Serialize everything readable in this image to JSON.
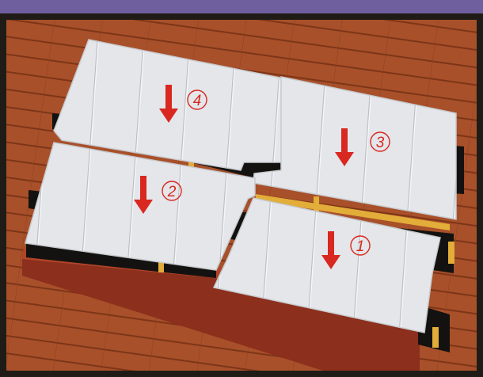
{
  "panels": [
    {
      "id": 1,
      "label": "1",
      "direction": "down"
    },
    {
      "id": 2,
      "label": "2",
      "direction": "down"
    },
    {
      "id": 3,
      "label": "3",
      "direction": "down"
    },
    {
      "id": 4,
      "label": "4",
      "direction": "down"
    }
  ],
  "colors": {
    "header": "#6f5f9e",
    "roof_tiles": "#a24a24",
    "panel": "#e3e5e8",
    "arrow": "#d8281f",
    "batten": "#e2ad38",
    "frame": "#1f1c18"
  },
  "icons": {
    "arrow": "arrow-down-icon"
  }
}
